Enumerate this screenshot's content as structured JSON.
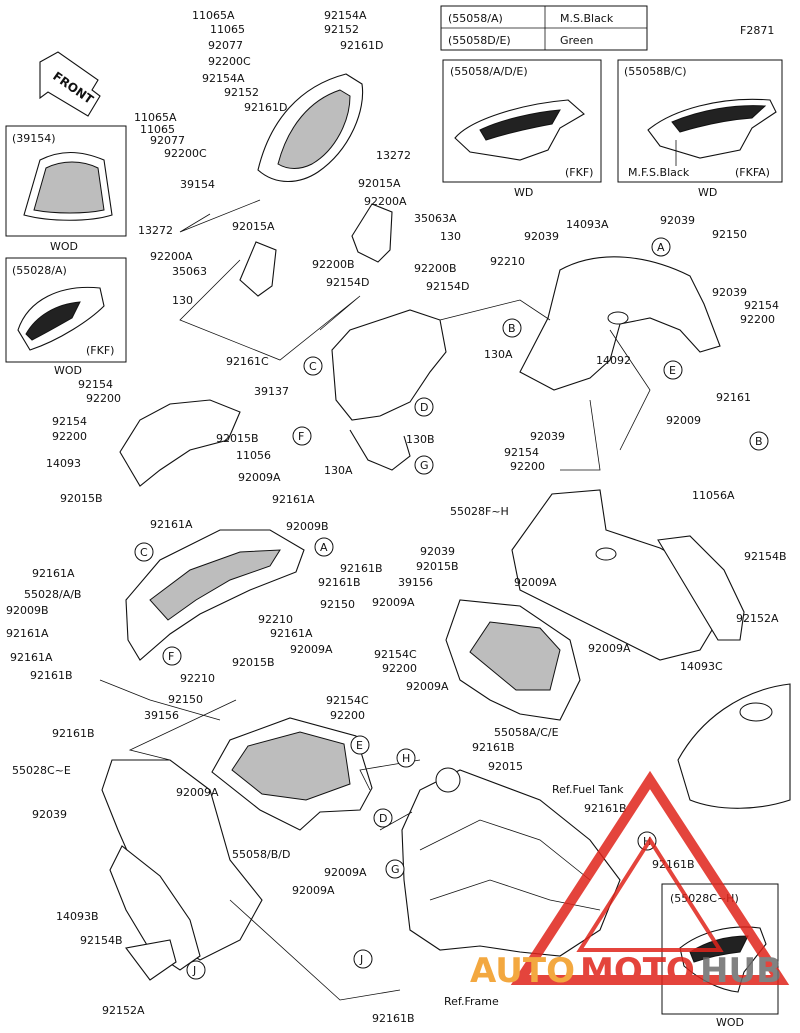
{
  "header": {
    "figure_code": "F2871",
    "front_label": "FRONT"
  },
  "color_table": [
    {
      "code": "(55058/A)",
      "color": "M.S.Black"
    },
    {
      "code": "(55058D/E)",
      "color": "Green"
    }
  ],
  "insets": {
    "cowl_right_title": "(55058/A/D/E)",
    "cowl_right_note": "(FKF)",
    "cowl_right_sub": "WD",
    "cowl_left_title": "(55058B/C)",
    "cowl_left_color": "M.F.S.Black",
    "cowl_left_note": "(FKFA)",
    "cowl_left_sub": "WD",
    "windshield_title": "(39154)",
    "windshield_sub": "WOD",
    "nose_title": "(55028/A)",
    "nose_note": "(FKF)",
    "nose_sub": "WOD",
    "side_title": "(55028C~H)",
    "side_sub": "WOD"
  },
  "part_labels": {
    "p1": "11065A",
    "p2": "11065",
    "p3": "92077",
    "p4": "92200C",
    "p5": "92154A",
    "p6": "92152",
    "p7": "92161D",
    "p8": "92154A",
    "p9": "92152",
    "p10": "92161D",
    "p11": "11065A",
    "p12": "11065",
    "p13": "92077",
    "p14": "92200C",
    "p15": "13272",
    "p16": "39154",
    "p17": "92015A",
    "p18": "92200A",
    "p19": "35063A",
    "p20": "130",
    "p21": "13272",
    "p22": "92015A",
    "p23": "92200A",
    "p24": "35063",
    "p25": "92200B",
    "p26": "92200B",
    "p27": "92154D",
    "p28": "92154D",
    "p29": "130",
    "p30": "14093A",
    "p31": "92039",
    "p32": "92039",
    "p33": "92150",
    "p34": "92210",
    "p35": "92039",
    "p36": "92154",
    "p37": "92200",
    "p38": "14092",
    "p39": "92161C",
    "p40": "39137",
    "p41": "130A",
    "p42": "92154",
    "p43": "92200",
    "p44": "92154",
    "p45": "92200",
    "p46": "92015B",
    "p47": "14093",
    "p48": "11056",
    "p49": "130B",
    "p50": "92039",
    "p51": "92154",
    "p52": "92200",
    "p53": "92161",
    "p54": "92009",
    "p55": "11056A",
    "p56": "130A",
    "p57": "92009A",
    "p58": "92015B",
    "p59": "92161A",
    "p60": "55028F~H",
    "p61": "92161A",
    "p62": "92009B",
    "p63": "92161A",
    "p64": "92161B",
    "p65": "55028/A/B",
    "p66": "92161B",
    "p67": "92009B",
    "p68": "92150",
    "p69": "92161A",
    "p70": "92210",
    "p71": "92161A",
    "p72": "92161A",
    "p73": "92161B",
    "p74": "92210",
    "p75": "92015B",
    "p76": "92009A",
    "p77": "92150",
    "p78": "92039",
    "p79": "92015B",
    "p80": "39156",
    "p81": "92009A",
    "p82": "92009A",
    "p83": "92154C",
    "p84": "92200",
    "p85": "92009A",
    "p86": "92154B",
    "p87": "92152A",
    "p88": "14093C",
    "p89": "92009A",
    "p90": "92161B",
    "p91": "92154C",
    "p92": "39156",
    "p93": "92200",
    "p94": "55058A/C/E",
    "p95": "92161B",
    "p96": "92015",
    "p97": "55028C~E",
    "p98": "92009A",
    "p99": "92039",
    "p100": "55058/B/D",
    "p101": "92009A",
    "p102": "92009A",
    "p103": "14093B",
    "p104": "92154B",
    "p105": "92152A",
    "p106": "92161B",
    "p107": "92161B",
    "p108": "92161B",
    "p109": "Ref.Fuel Tank",
    "p110": "Ref.Frame"
  },
  "callouts": [
    "A",
    "B",
    "C",
    "D",
    "E",
    "F",
    "G",
    "H",
    "J"
  ],
  "watermark": {
    "text_a": "AUTO",
    "text_b": "MOTO",
    "text_c": "HUB"
  },
  "colors": {
    "line": "#111111",
    "shade": "#bdbdbd",
    "watermark_red": "#e0241b",
    "watermark_orange": "#f29a1f",
    "watermark_gray": "#6d6d6d"
  }
}
